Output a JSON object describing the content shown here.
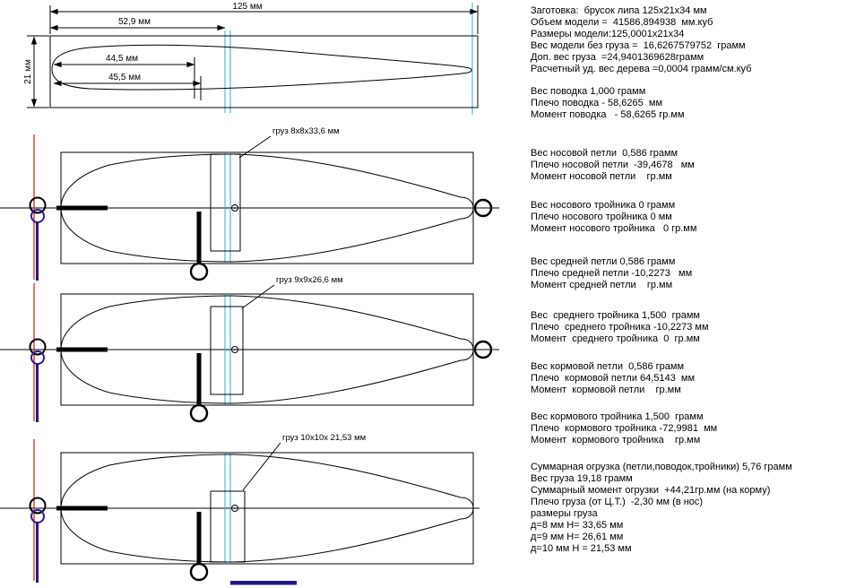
{
  "document": {
    "type_label": "lure-blank-technical-drawing"
  },
  "colors": {
    "background": "#ffffff",
    "line": "#000000",
    "guide_blue": "#29abe2",
    "leader_red": "#d42620",
    "keel_navy": "#1e1a82",
    "ring_navy": "#2a1e8c",
    "cg_dot_red": "#8a2a1a"
  },
  "side_view": {
    "dim_length": "125 мм",
    "dim_cg": "52,9 мм",
    "dim_top": "44,5 мм",
    "dim_bottom": "45,5 мм",
    "dim_height": "21 мм"
  },
  "top_views": [
    {
      "weight_label": "груз 8x8x33,6 мм"
    },
    {
      "weight_label": "груз 9x9x26,6 мм"
    },
    {
      "weight_label": "груз 10x10x 21,53 мм"
    }
  ],
  "info": {
    "g0": [
      "Заготовка:  брусок липа 125х21х34 мм",
      "Объем модели =  41586,894938  мм.куб",
      "Размеры модели:125,0001х21х34",
      "Вес модели без груза =  16,6267579752  грамм",
      "Доп. вес груза  =24,9401369628грамм",
      "Расчетный уд. вес дерева =0,0004 грамм/см.куб"
    ],
    "g1": [
      "Вес поводка 1,000 грамм",
      "Плечо поводка - 58,6265  мм",
      "Момент поводка   - 58,6265 гр.мм"
    ],
    "g2": [
      "Вес носовой петли  0,586 грамм",
      "Плечо носовой петли  -39,4678   мм",
      "Момент носовой петли    гр.мм"
    ],
    "g3": [
      "Вес носового тройника 0 грамм",
      "Плечо носового тройника 0 мм",
      "Момент носового тройника   0 гр.мм"
    ],
    "g4": [
      "Вес средней петли 0,586 грамм",
      "Плечо средней петли -10,2273   мм",
      "Момент средней петли    гр.мм"
    ],
    "g5": [
      "Вес  среднего тройника 1,500  грамм",
      "Плечо  среднего тройника -10,2273 мм",
      "Момент  среднего тройника  0  гр.мм"
    ],
    "g6": [
      "Вес кормовой петли  0,586 грамм",
      "Плечо  кормовой петли 64,5143  мм",
      "Момент  кормовой петли    гр.мм"
    ],
    "g7": [
      "Вес кормового тройника 1,500  грамм",
      "Плечо  кормового тройника -72,9981  мм",
      "Момент  кормового тройника    гр.мм"
    ],
    "g8": [
      "Суммарная огрузка (петли,поводок,тройники) 5,76 грамм",
      "Вес груза 19,18 грамм",
      "Суммарный момент огрузки  +44,21гр.мм (на корму)",
      "Плечо груза (от Ц.Т.)  -2,30 мм (в нос)",
      "размеры груза",
      "д=8 мм Н= 33,65 мм",
      "д=9 мм Н= 26,61 мм",
      "д=10 мм Н = 21,53 мм"
    ]
  }
}
